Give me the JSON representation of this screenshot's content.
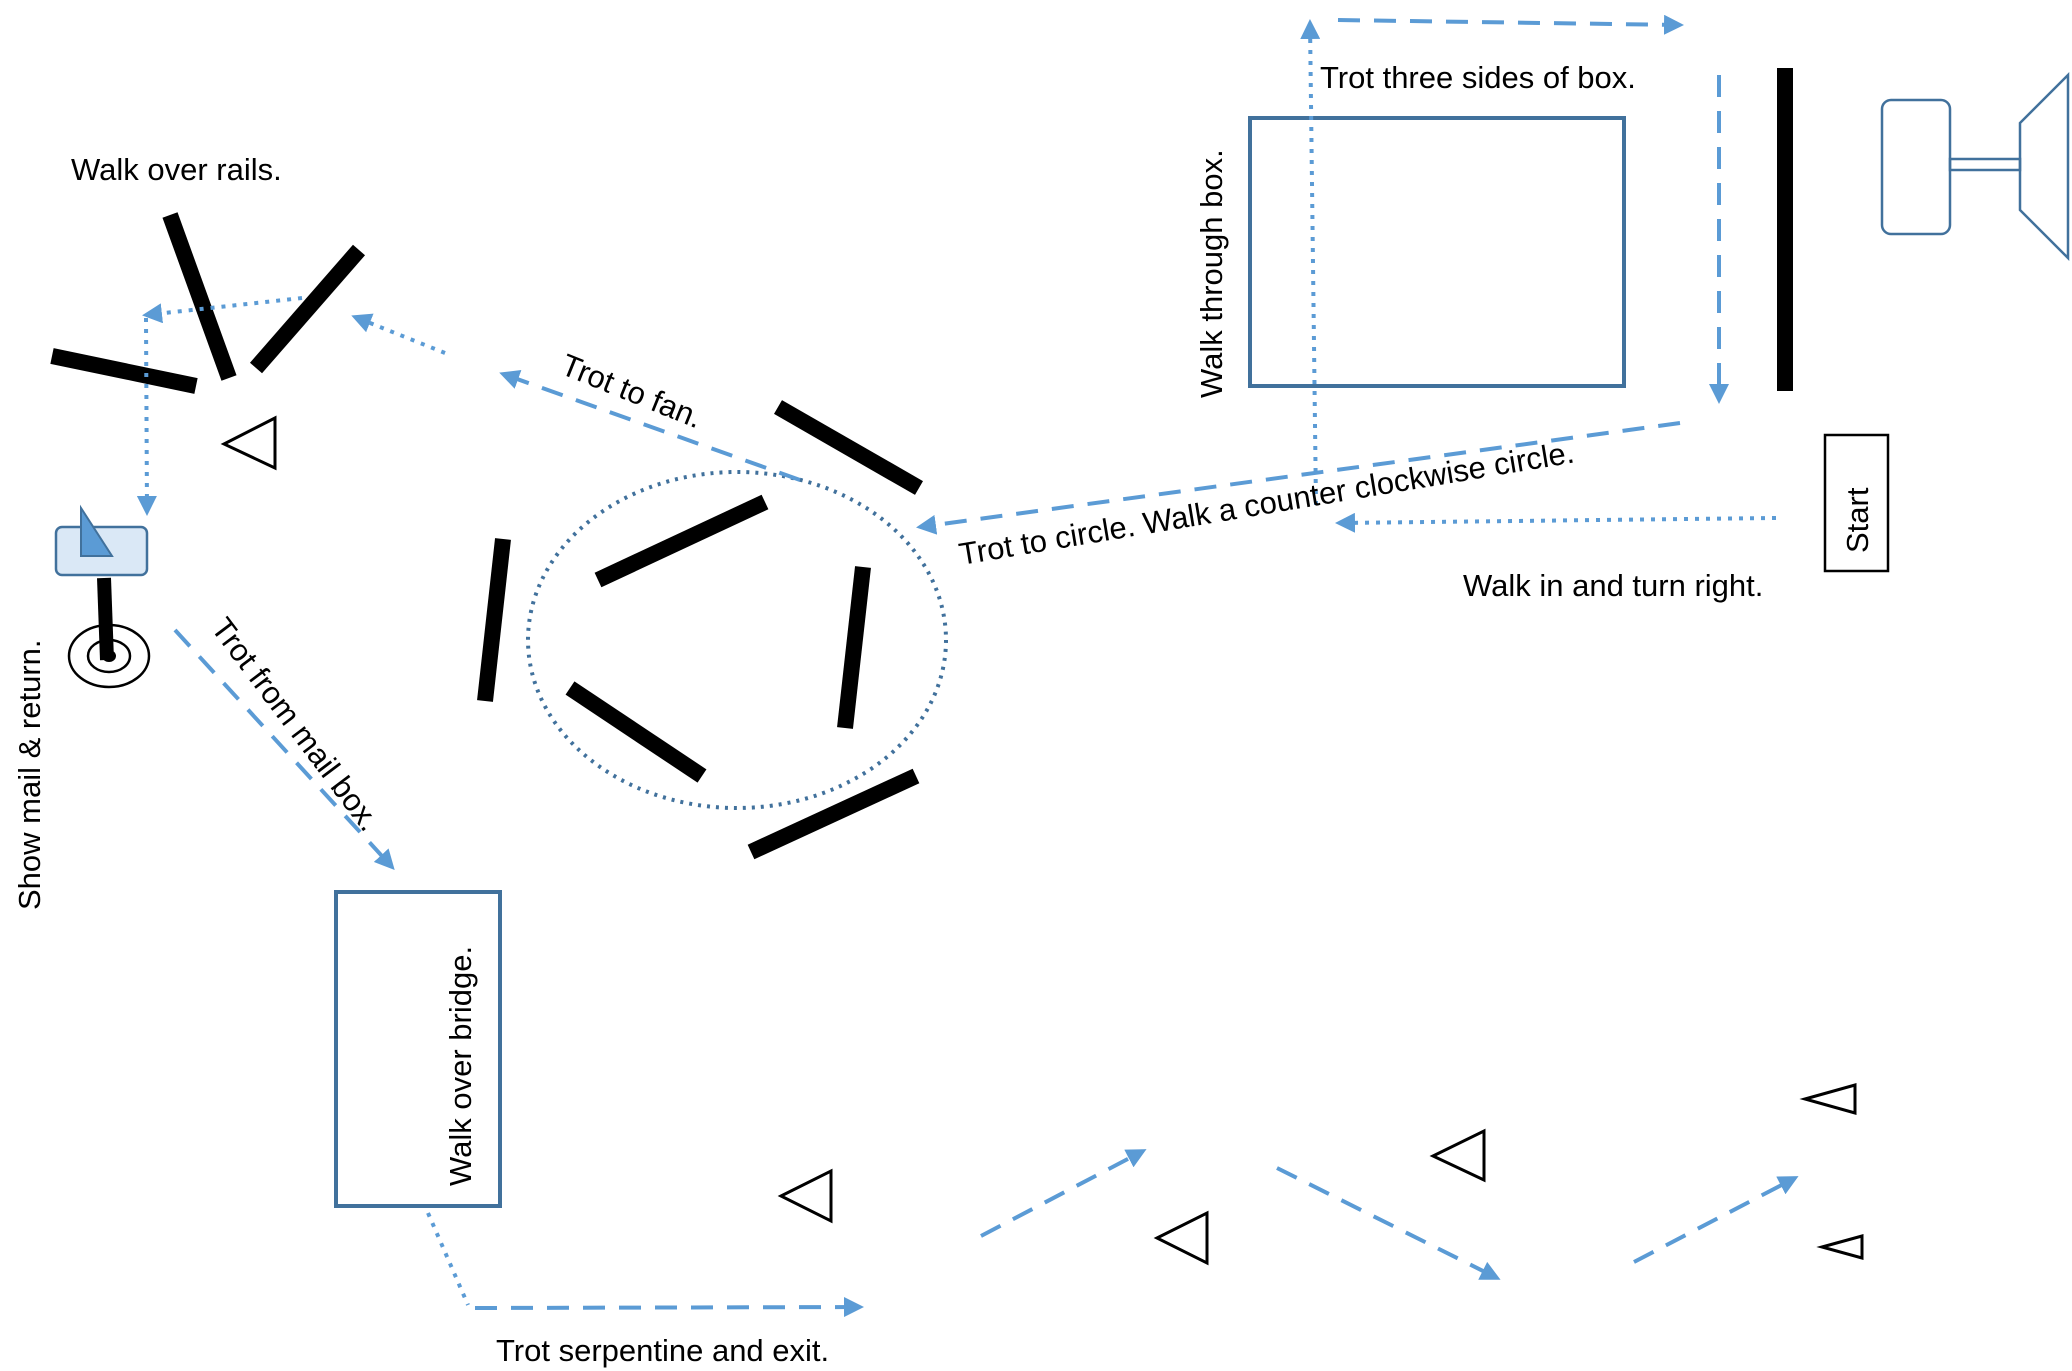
{
  "labels": {
    "walk_over_rails": "Walk over rails.",
    "trot_three_sides": "Trot three sides of box.",
    "walk_through_box": "Walk  through box.",
    "trot_to_fan": "Trot to fan.",
    "trot_to_circle": "Trot to circle. Walk a counter clockwise circle.",
    "walk_in_turn_right": "Walk in and turn right.",
    "start": "Start",
    "show_mail": "Show mail & return.",
    "trot_from_mailbox": "Trot from mail box.",
    "walk_over_bridge": "Walk over bridge.",
    "trot_serpentine": "Trot serpentine and exit."
  },
  "colors": {
    "path": "#5b9bd5",
    "box_outline": "#41719c",
    "rail": "#000000",
    "mailbox_fill": "#dae8f6",
    "flag_fill": "#5b9bd5"
  },
  "icons": {
    "fan": "fan-icon",
    "mailbox": "mailbox-icon",
    "cones": "triangle-cone-icon"
  }
}
